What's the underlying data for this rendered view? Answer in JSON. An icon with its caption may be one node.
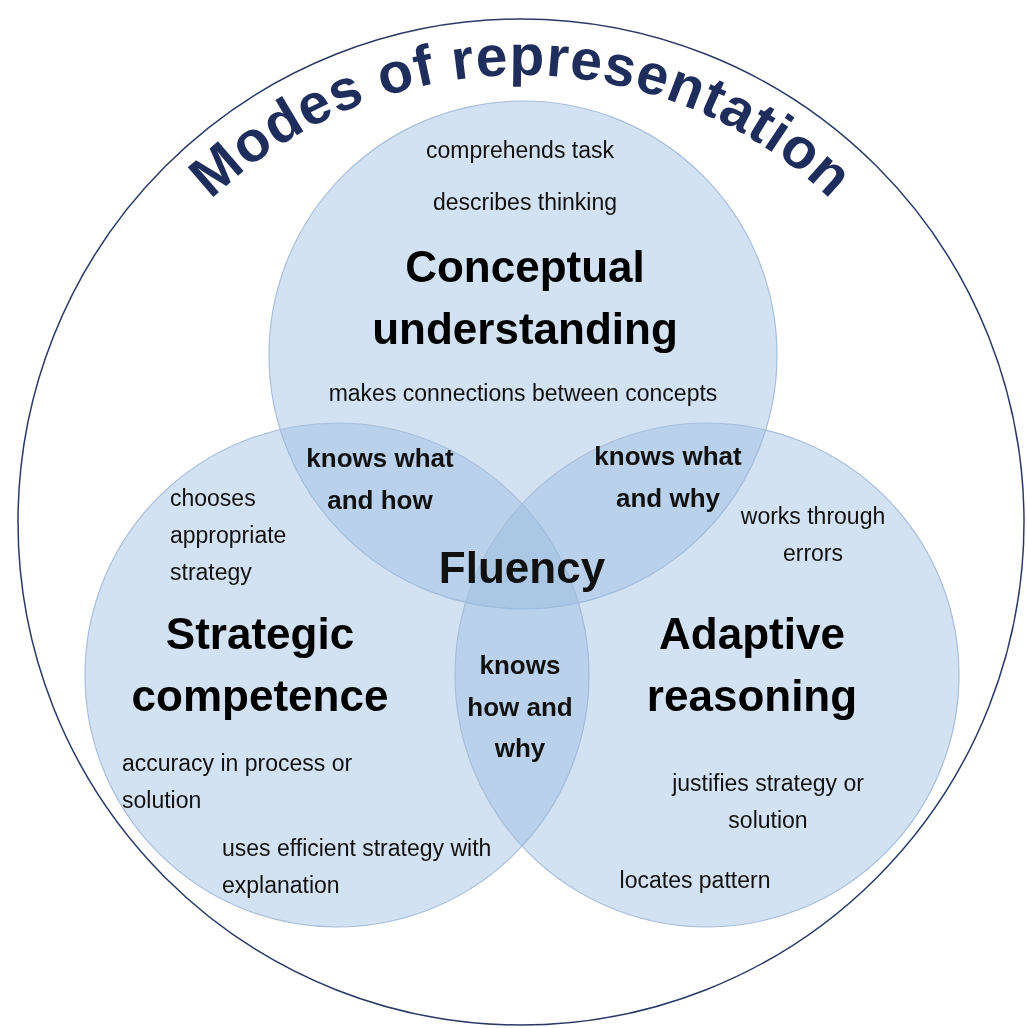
{
  "diagram": {
    "title": "Modes of representation",
    "nodes": [
      {
        "text": [],
        "shape": "circle"
      },
      {
        "text": [
          "comprehends task",
          "describes thinking",
          "Conceptual understanding",
          "makes connections between concepts"
        ],
        "in": 0
      },
      {
        "text": [
          "chooses appropriate strategy",
          "Strategic competence",
          "accuracy in process or solution",
          "uses efficient strategy with explanation"
        ],
        "in": 0
      },
      {
        "text": [
          "works through errors",
          "Adaptive reasoning",
          "justifies strategy or solution",
          "locates pattern"
        ],
        "in": 0
      }
    ],
    "labels": [
      "knows what and how",
      "knows what and why",
      "Fluency",
      "knows how and why"
    ]
  }
}
